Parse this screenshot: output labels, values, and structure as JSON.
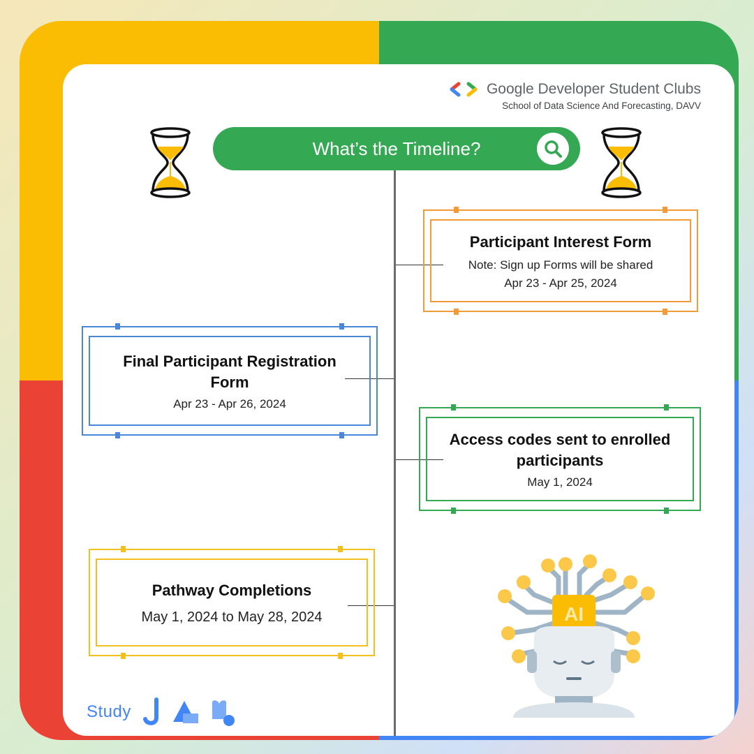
{
  "brand": {
    "title": "Google Developer Student Clubs",
    "subtitle": "School of Data Science And Forecasting, DAVV",
    "colors": {
      "blue": "#4285f4",
      "red": "#ea4335",
      "green": "#34a853",
      "yellow": "#fbbc04"
    }
  },
  "header": {
    "title": "What’s the Timeline?",
    "search_icon": "search-icon"
  },
  "timeline": [
    {
      "title": "Participant Interest Form",
      "note": "Note: Sign up Forms will be shared",
      "date": "Apr 23 - Apr 25, 2024",
      "color": "#f29b38"
    },
    {
      "title": "Final Participant Registration Form",
      "date": "Apr 23 - Apr 26, 2024",
      "color": "#4a86d9"
    },
    {
      "title": "Access codes sent to enrolled participants",
      "date": "May 1, 2024",
      "color": "#34a853"
    },
    {
      "title": "Pathway Completions",
      "date": "May 1, 2024 to May 28, 2024",
      "color": "#f4c01f"
    }
  ],
  "footer": {
    "study_label": "Study"
  },
  "illustration": {
    "robot_label": "AI"
  }
}
